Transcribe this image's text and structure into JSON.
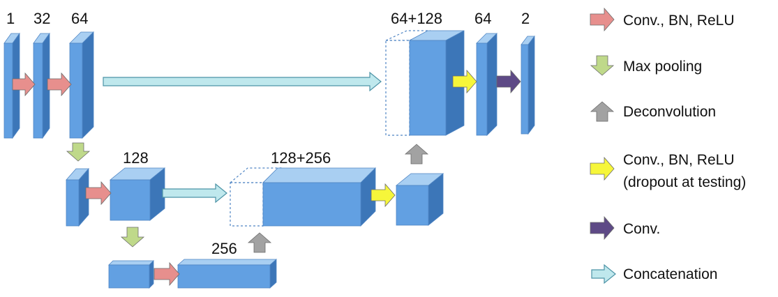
{
  "colors": {
    "block_front": "#62a0e2",
    "block_top": "#a9cff2",
    "block_side": "#3c76b8",
    "block_edge": "#4f85c4",
    "conv_bn_relu": "#e78f8d",
    "max_pooling": "#bfd98a",
    "deconvolution": "#a2a2a2",
    "conv_bn_relu_dropout": "#f6f63a",
    "conv": "#5e4a86",
    "concatenation": "#bfe8ed"
  },
  "labels": {
    "c1": "1",
    "c32": "32",
    "c64a": "64",
    "c64_128": "64+128",
    "c64b": "64",
    "c2": "2",
    "c128": "128",
    "c128_256": "128+256",
    "c256": "256"
  },
  "legend": {
    "conv_bn_relu": "Conv., BN, ReLU",
    "max_pooling": "Max pooling",
    "deconvolution": "Deconvolution",
    "conv_bn_relu_dropout_line1": "Conv., BN, ReLU",
    "conv_bn_relu_dropout_line2": "(dropout at testing)",
    "conv": "Conv.",
    "concatenation": "Concatenation"
  },
  "legend_icons": {
    "conv_bn_relu": "right-arrow-icon",
    "max_pooling": "down-arrow-icon",
    "deconvolution": "up-arrow-icon",
    "conv_bn_relu_dropout": "right-arrow-icon",
    "conv": "right-arrow-icon",
    "concatenation": "thin-right-arrow-icon"
  }
}
